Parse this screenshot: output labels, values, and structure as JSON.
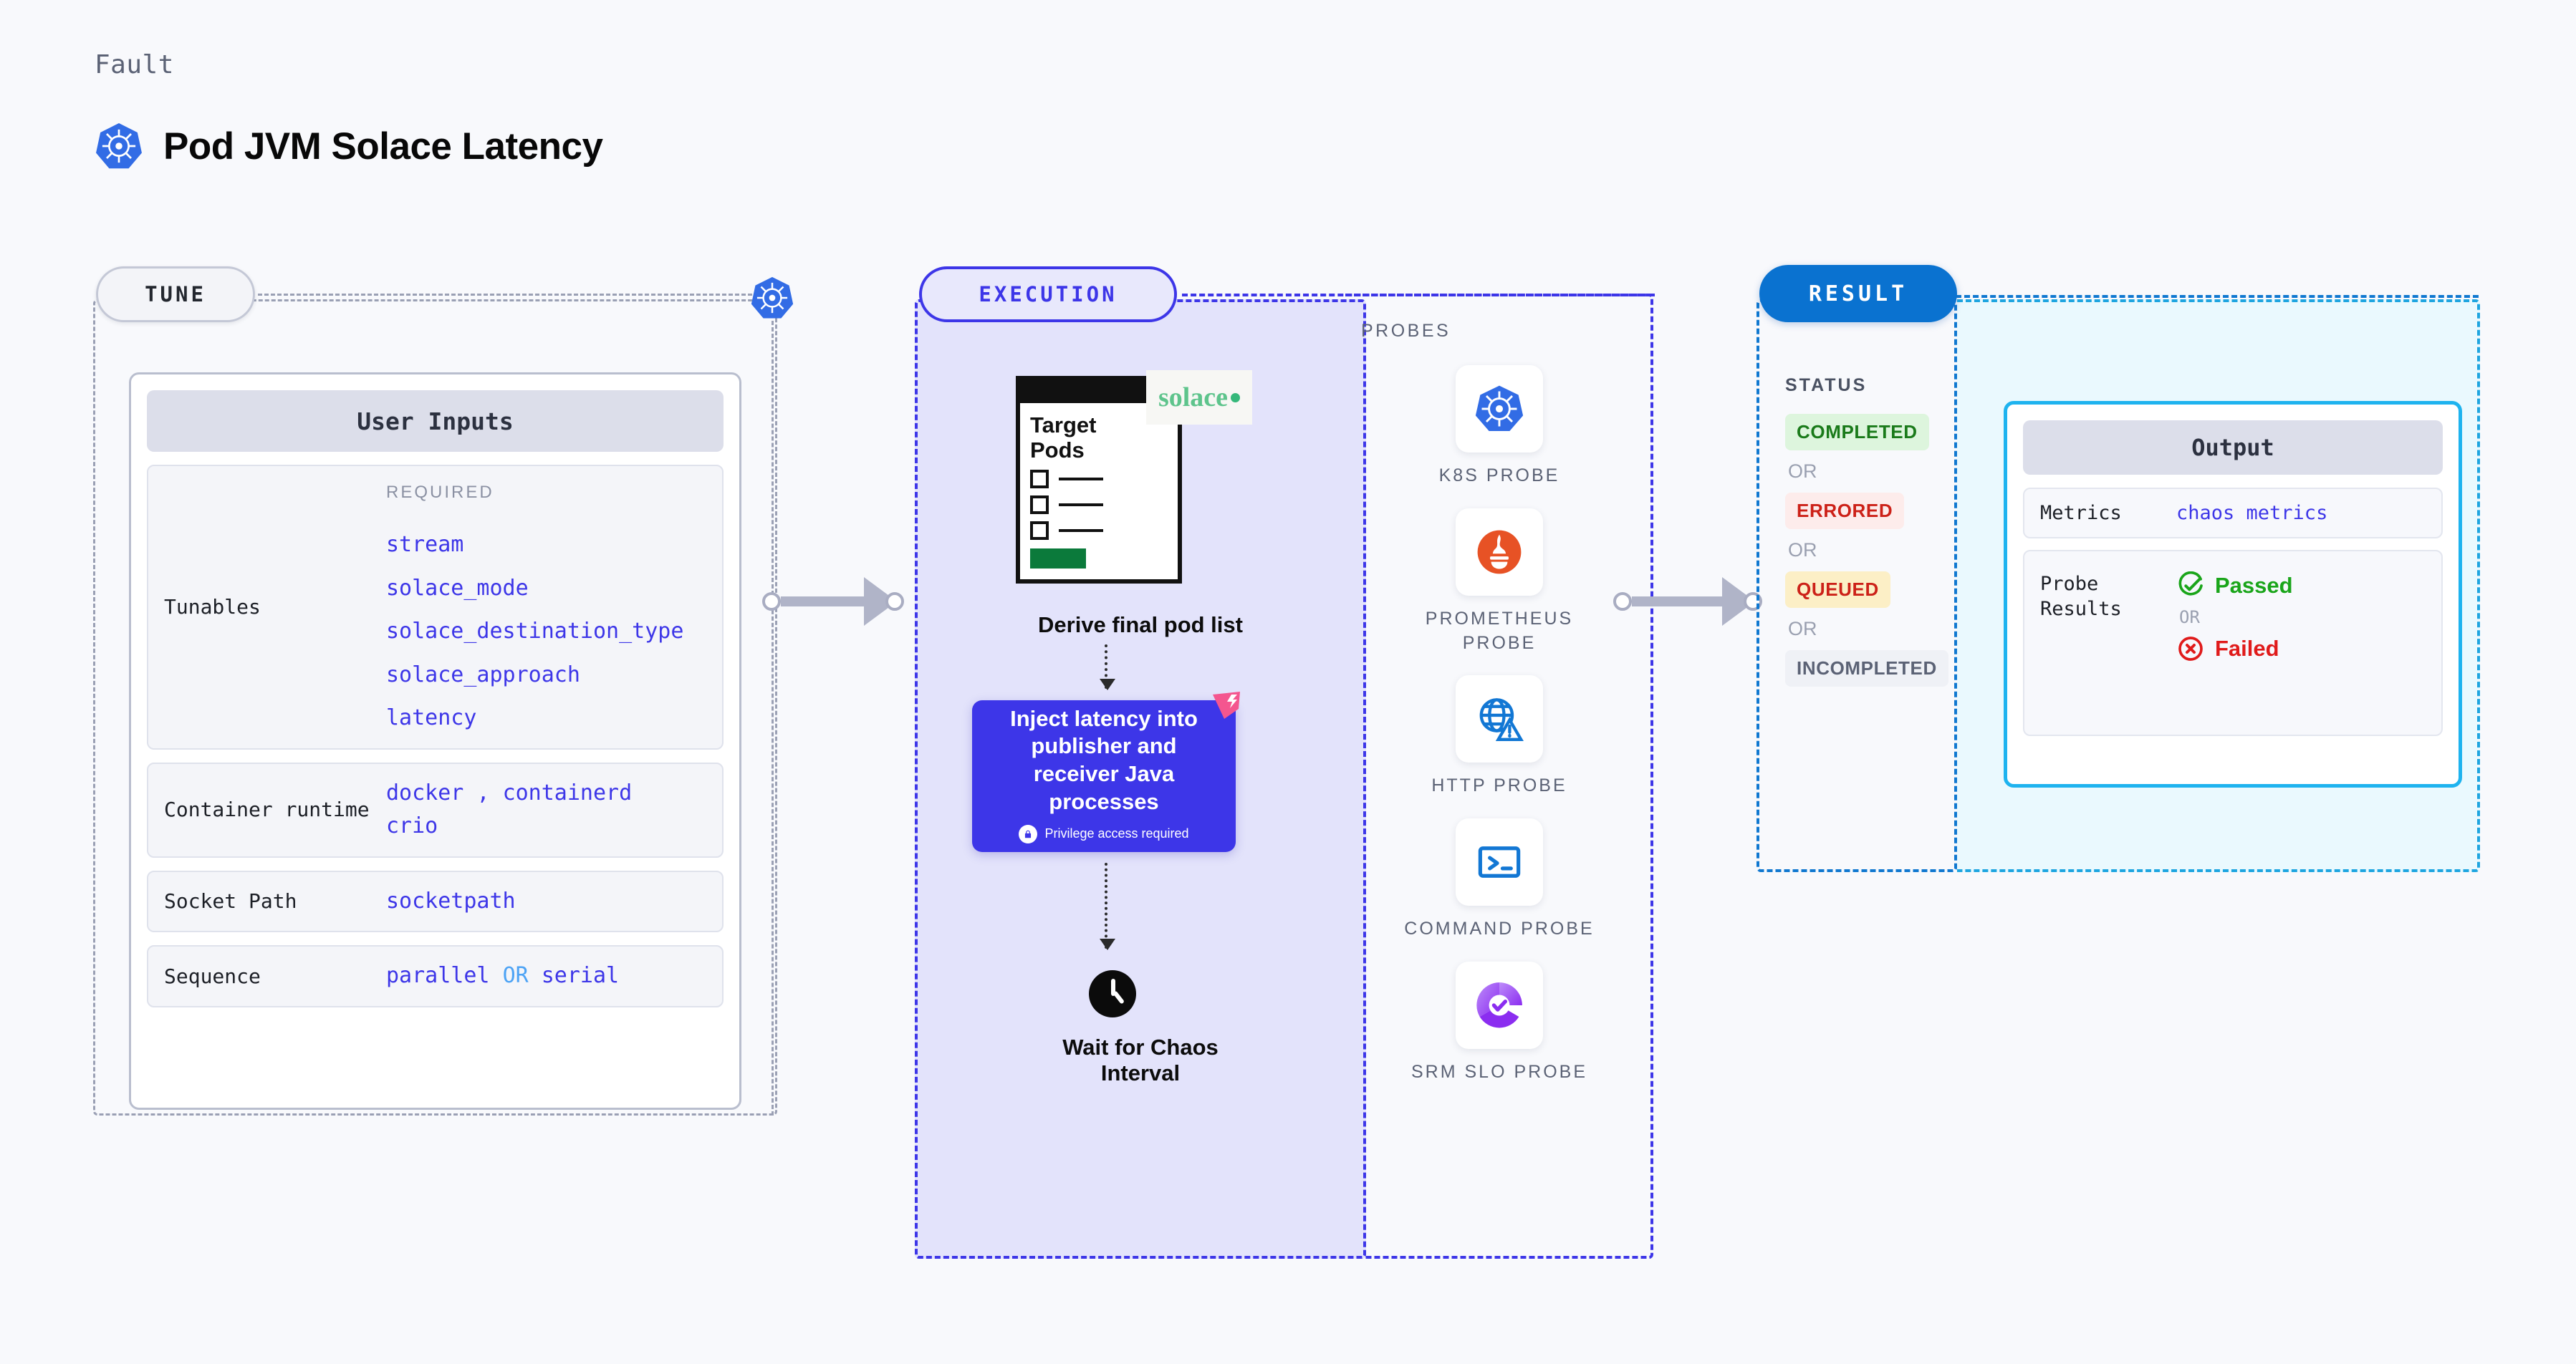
{
  "header": {
    "kicker": "Fault",
    "title": "Pod JVM Solace Latency",
    "icon": "kubernetes-icon"
  },
  "tune": {
    "pill_label": "TUNE",
    "card_title": "User Inputs",
    "required_label": "REQUIRED",
    "rows": [
      {
        "label": "Tunables",
        "values": [
          "stream",
          "solace_mode",
          "solace_destination_type",
          "solace_approach",
          "latency"
        ]
      },
      {
        "label": "Container runtime",
        "values": [
          "docker",
          "containerd",
          "crio"
        ],
        "separator": ","
      },
      {
        "label": "Socket Path",
        "values": [
          "socketpath"
        ]
      },
      {
        "label": "Sequence",
        "values": [
          "parallel",
          "serial"
        ],
        "joiner": "OR"
      }
    ]
  },
  "execution": {
    "pill_label": "EXECUTION",
    "pods_card": {
      "title_line1": "Target",
      "title_line2": "Pods",
      "brand": "solace"
    },
    "step1_caption": "Derive final pod list",
    "inject": {
      "text": "Inject latency into publisher and receiver Java processes",
      "privilege": "Privilege access required",
      "icon": "lock-icon"
    },
    "wait_caption_line1": "Wait for Chaos",
    "wait_caption_line2": "Interval",
    "probes_title": "PROBES",
    "probes": [
      {
        "label": "K8S PROBE",
        "icon": "kubernetes-icon"
      },
      {
        "label": "PROMETHEUS PROBE",
        "icon": "prometheus-icon"
      },
      {
        "label": "HTTP PROBE",
        "icon": "http-globe-warning-icon"
      },
      {
        "label": "COMMAND PROBE",
        "icon": "terminal-icon"
      },
      {
        "label": "SRM SLO PROBE",
        "icon": "srm-slo-icon"
      }
    ]
  },
  "result": {
    "pill_label": "RESULT",
    "status_title": "STATUS",
    "or_label": "OR",
    "statuses": [
      {
        "label": "COMPLETED",
        "bg": "#ddf5dd",
        "fg": "#1a7a1a"
      },
      {
        "label": "ERRORED",
        "bg": "#fdeceb",
        "fg": "#cc2118"
      },
      {
        "label": "QUEUED",
        "bg": "#fcefc6",
        "fg": "#cc2118"
      },
      {
        "label": "INCOMPLETED",
        "bg": "#eff1f6",
        "fg": "#5b6275"
      }
    ],
    "output": {
      "card_title": "Output",
      "metrics_label": "Metrics",
      "metrics_value": "chaos metrics",
      "probe_results_label": "Probe Results",
      "passed": "Passed",
      "failed": "Failed",
      "or_label": "OR"
    }
  },
  "colors": {
    "accent_blue": "#3d36e8",
    "result_blue": "#0a72d0",
    "output_cyan": "#1eb3ef",
    "pass_green": "#1aa51a",
    "fail_red": "#e01b1b",
    "k8s_blue": "#326ce5"
  }
}
